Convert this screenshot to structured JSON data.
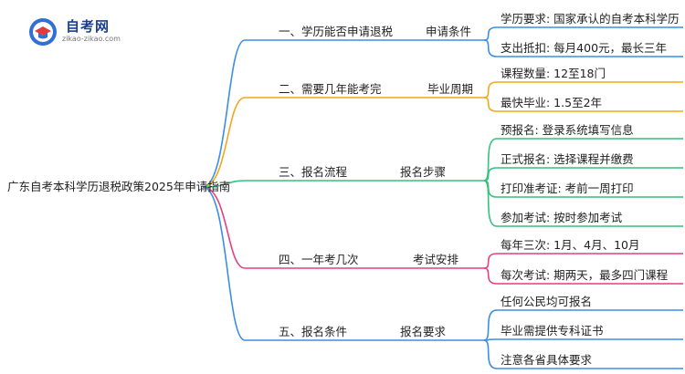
{
  "logo": {
    "title": "自考网",
    "url": "zikao-zikao.com"
  },
  "colors": {
    "blue": "#3a8ee6",
    "orange": "#f0a81c",
    "green": "#35c27a",
    "pink": "#ea3c7e"
  },
  "root": "广东自考本科学历退税政策2025年申请指南",
  "branches": [
    {
      "label": "一、学历能否申请退税",
      "sub": "申请条件",
      "color": "blue",
      "leaves": [
        "学历要求: 国家承认的自考本科学历",
        "支出抵扣: 每月400元，最长三年"
      ]
    },
    {
      "label": "二、需要几年能考完",
      "sub": "毕业周期",
      "color": "orange",
      "leaves": [
        "课程数量: 12至18门",
        "最快毕业: 1.5至2年"
      ]
    },
    {
      "label": "三、报名流程",
      "sub": "报名步骤",
      "color": "green",
      "leaves": [
        "预报名: 登录系统填写信息",
        "正式报名: 选择课程并缴费",
        "打印准考证: 考前一周打印",
        "参加考试: 按时参加考试"
      ]
    },
    {
      "label": "四、一年考几次",
      "sub": "考试安排",
      "color": "pink",
      "leaves": [
        "每年三次: 1月、4月、10月",
        "每次考试: 期两天，最多四门课程"
      ]
    },
    {
      "label": "五、报名条件",
      "sub": "报名要求",
      "color": "blue",
      "leaves": [
        "任何公民均可报名",
        "毕业需提供专科证书",
        "注意各省具体要求"
      ]
    }
  ]
}
